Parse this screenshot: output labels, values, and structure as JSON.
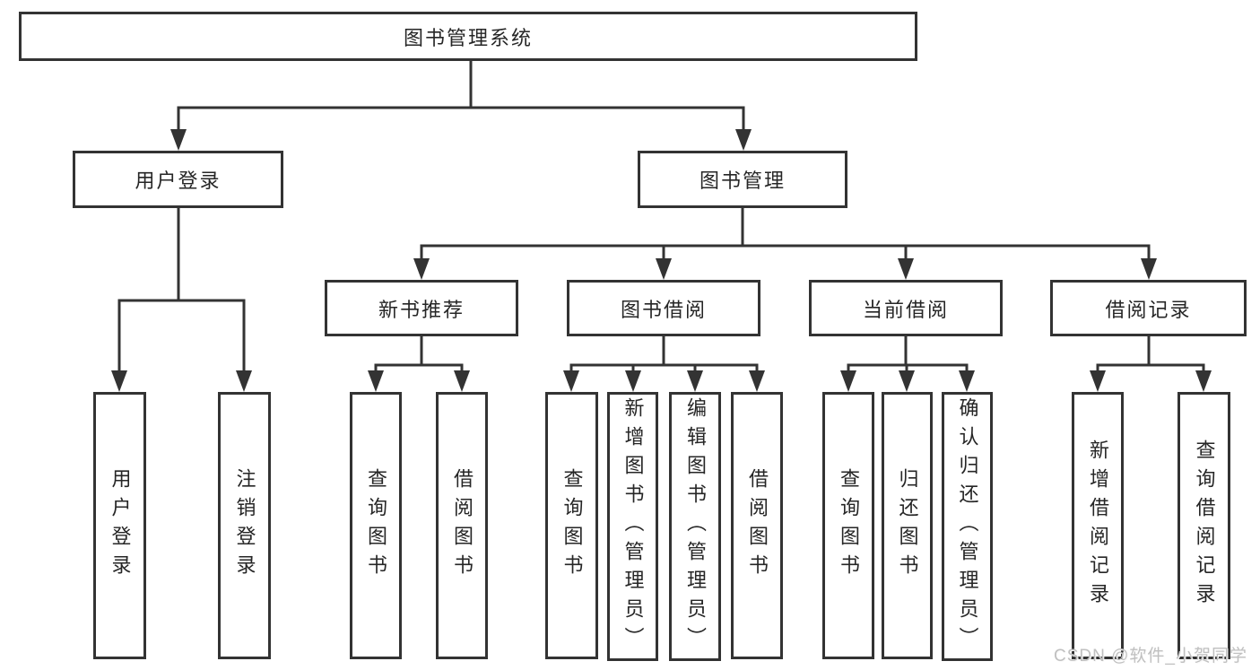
{
  "root": {
    "label": "图书管理系统"
  },
  "branches": {
    "user_login": {
      "label": "用户登录",
      "children": {
        "login": {
          "label": "用户登录"
        },
        "logout": {
          "label": "注销登录"
        }
      }
    },
    "book_mgmt": {
      "label": "图书管理",
      "children": {
        "new_book_rec": {
          "label": "新书推荐",
          "children": {
            "query": {
              "label": "查询图书"
            },
            "borrow": {
              "label": "借阅图书"
            }
          }
        },
        "book_borrow": {
          "label": "图书借阅",
          "children": {
            "query": {
              "label": "查询图书"
            },
            "add": {
              "label": "新增图书（管理员）"
            },
            "edit": {
              "label": "编辑图书（管理员）"
            },
            "borrow": {
              "label": "借阅图书"
            }
          }
        },
        "current_borrow": {
          "label": "当前借阅",
          "children": {
            "query": {
              "label": "查询图书"
            },
            "return": {
              "label": "归还图书"
            },
            "confirm": {
              "label": "确认归还（管理员）"
            }
          }
        },
        "borrow_records": {
          "label": "借阅记录",
          "children": {
            "add": {
              "label": "新增借阅记录"
            },
            "query": {
              "label": "查询借阅记录"
            }
          }
        }
      }
    }
  },
  "watermark": {
    "text": "CSDN @软件_小贺同学"
  },
  "colors": {
    "line": "#333333",
    "box_border": "#333333",
    "text": "#262626",
    "watermark": "#c0c0c0",
    "background": "#ffffff"
  }
}
